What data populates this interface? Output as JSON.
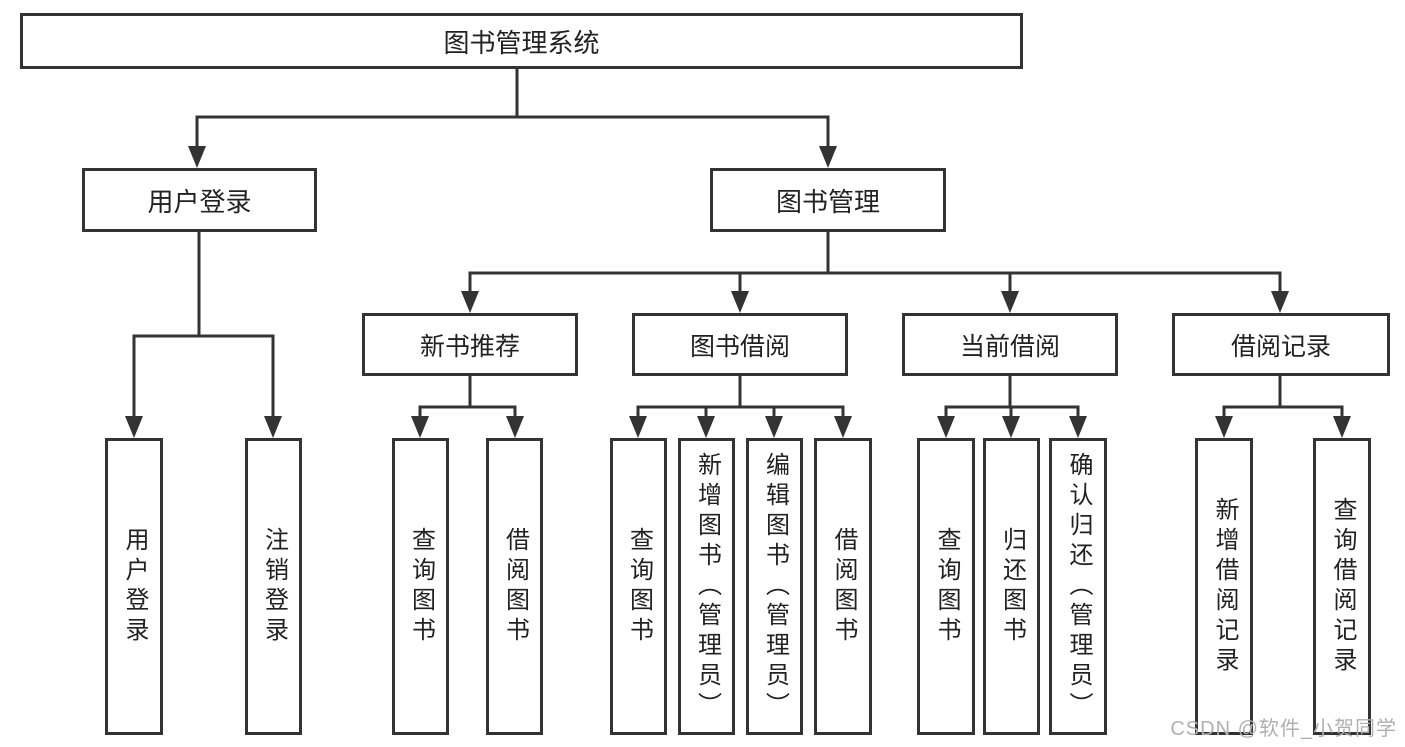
{
  "diagram": {
    "root_label": "图书管理系统",
    "level2": [
      {
        "label": "用户登录"
      },
      {
        "label": "图书管理"
      }
    ],
    "user_login_children": [
      {
        "label": "用户登录"
      },
      {
        "label": "注销登录"
      }
    ],
    "modules": [
      {
        "label": "新书推荐",
        "children": [
          {
            "label": "查询图书"
          },
          {
            "label": "借阅图书"
          }
        ]
      },
      {
        "label": "图书借阅",
        "children": [
          {
            "label": "查询图书"
          },
          {
            "label": "新增图书（管理员）"
          },
          {
            "label": "编辑图书（管理员）"
          },
          {
            "label": "借阅图书"
          }
        ]
      },
      {
        "label": "当前借阅",
        "children": [
          {
            "label": "查询图书"
          },
          {
            "label": "归还图书"
          },
          {
            "label": "确认归还（管理员）"
          }
        ]
      },
      {
        "label": "借阅记录",
        "children": [
          {
            "label": "新增借阅记录"
          },
          {
            "label": "查询借阅记录"
          }
        ]
      }
    ]
  },
  "watermark": {
    "text": "CSDN @软件_小贺同学"
  },
  "colors": {
    "line": "#333333",
    "box_border": "#333333",
    "text": "#222222",
    "watermark": "#b0b0b0",
    "background": "#ffffff"
  }
}
